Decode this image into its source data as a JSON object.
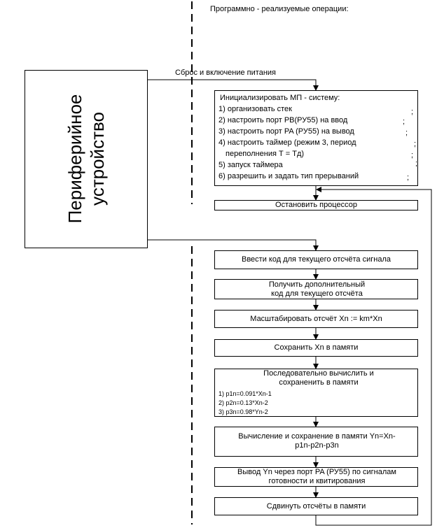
{
  "header": "Программно - реализуемые операции:",
  "reset_label": "Сброс и включение питания",
  "peripheral": "Периферийное устройство",
  "init": {
    "title": "Инициализировать МП - систему:",
    "items": [
      "1) организовать стек",
      "2) настроить порт PB(РУ55) на ввод",
      "3) настроить порт PA (РУ55) на вывод",
      "4) настроить таймер (режим  3,  период",
      "переполнения Т = Тд)",
      "5) запуск таймера",
      "6) разрешить и задать тип прерываний"
    ],
    "semicolon": ";"
  },
  "steps": {
    "stop": "Остановить процессор",
    "input_code": "Ввести код  для текущего отсчёта сигнала",
    "complement": "Получить дополнительный код для текущего отсчёта",
    "scale": "Масштабировать отсчёт Xn := km*Xn",
    "save": "Сохранить Xn в памяти",
    "seq_title": "Последовательно вычислить и сохраненить в памяти",
    "seq_items": [
      "1) p1n=0.091*Xn-1",
      "2) p2n=0.13*Xn-2",
      "3) p3n=0.98*Yn-2"
    ],
    "compute": "Вычисление и сохранение в памяти Yn=Xn-p1n-p2n-p3n",
    "output": "Вывод Yn через порт PA (РУ55) по сигналам готовности и квитирования",
    "shift": "Сдвинуть отсчёты в памяти"
  }
}
